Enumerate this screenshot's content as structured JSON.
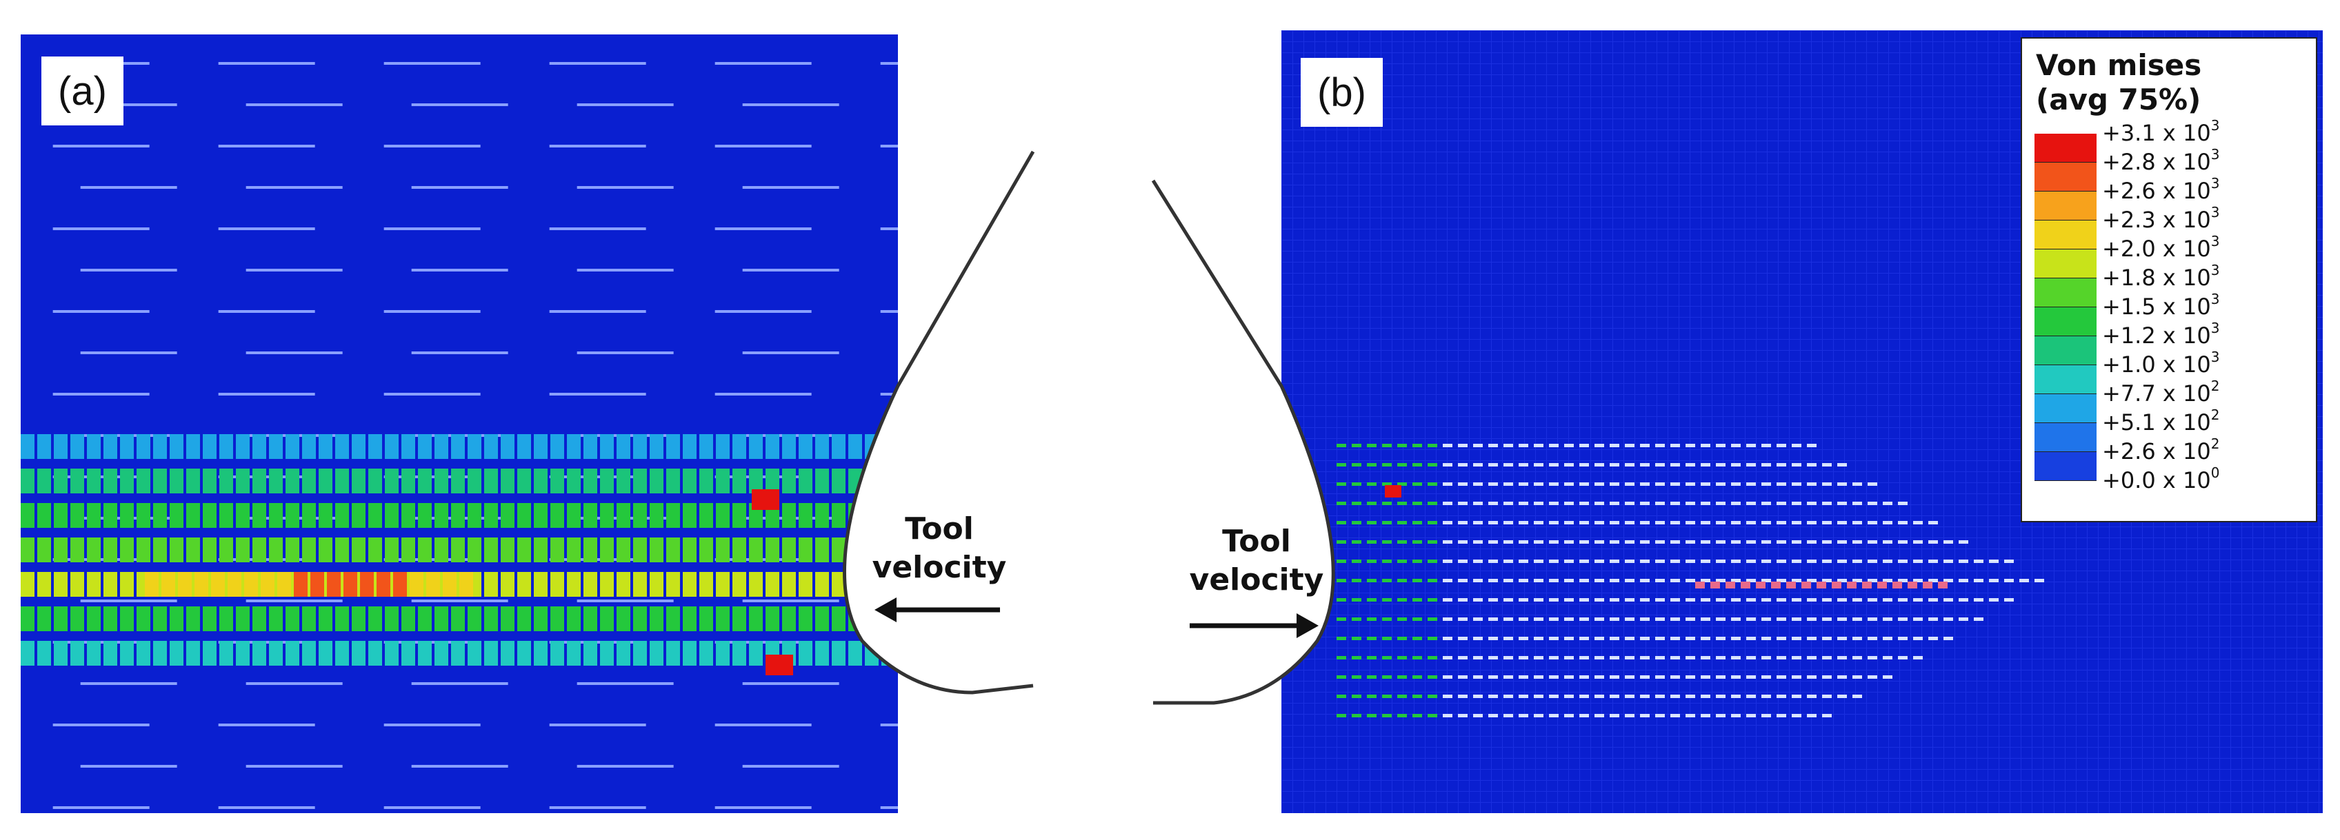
{
  "panels": {
    "a": {
      "label": "(a)"
    },
    "b": {
      "label": "(b)"
    }
  },
  "tool_label": {
    "line1": "Tool",
    "line2": "velocity"
  },
  "legend": {
    "title_line1": "Von mises",
    "title_line2": "(avg 75%)",
    "ticks": [
      {
        "mantissa": "+3.1",
        "exp": "3"
      },
      {
        "mantissa": "+2.8",
        "exp": "3"
      },
      {
        "mantissa": "+2.6",
        "exp": "3"
      },
      {
        "mantissa": "+2.3",
        "exp": "3"
      },
      {
        "mantissa": "+2.0",
        "exp": "3"
      },
      {
        "mantissa": "+1.8",
        "exp": "3"
      },
      {
        "mantissa": "+1.5",
        "exp": "3"
      },
      {
        "mantissa": "+1.2",
        "exp": "3"
      },
      {
        "mantissa": "+1.0",
        "exp": "3"
      },
      {
        "mantissa": "+7.7",
        "exp": "2"
      },
      {
        "mantissa": "+5.1",
        "exp": "2"
      },
      {
        "mantissa": "+2.6",
        "exp": "2"
      },
      {
        "mantissa": "+0.0",
        "exp": "0"
      }
    ],
    "colors": [
      "#e6130f",
      "#f2541a",
      "#f7a21c",
      "#f0d21a",
      "#c8e31a",
      "#55d42a",
      "#24c83c",
      "#1bc47a",
      "#21c9c0",
      "#1fa6e6",
      "#1f74ea",
      "#1740e0"
    ]
  },
  "colors": {
    "background_field": "#0a1fd0",
    "tool": "#ffffff",
    "tool_outline": "#333333"
  }
}
